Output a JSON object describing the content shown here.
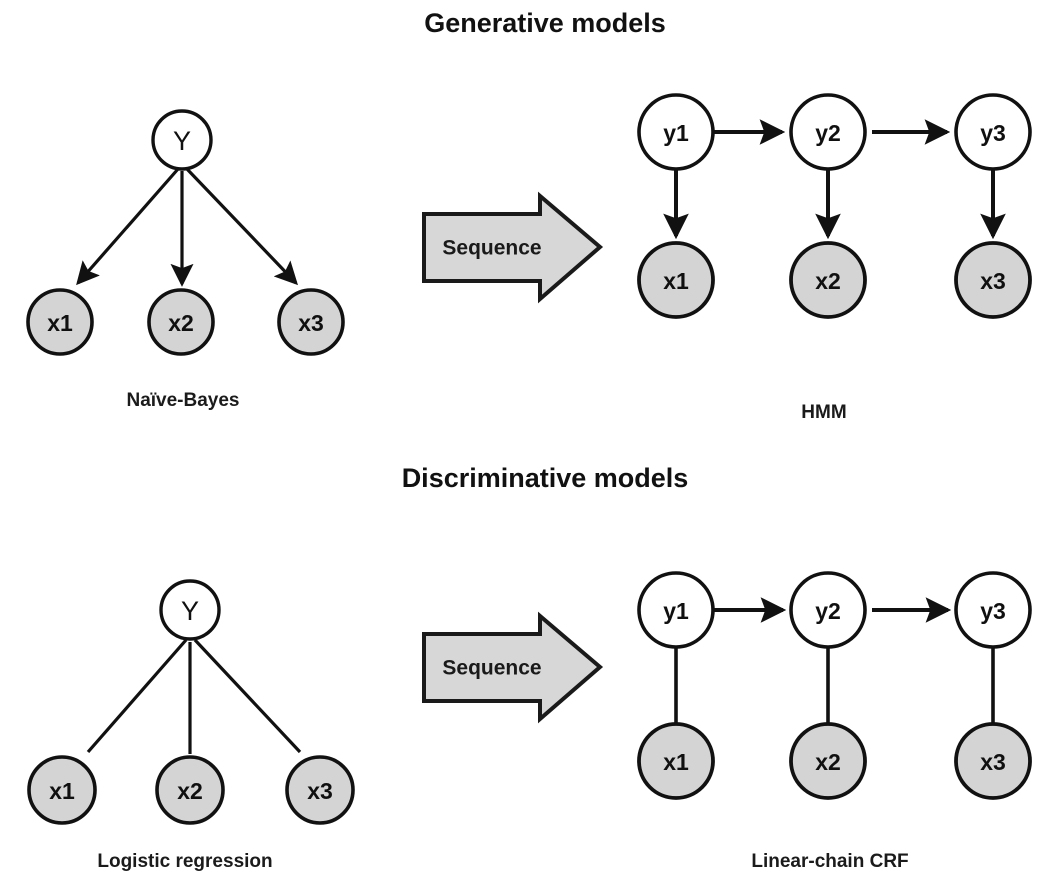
{
  "figure": {
    "background_color": "#ffffff",
    "node_open_fill": "#ffffff",
    "node_shaded_fill": "#d4d4d4",
    "stroke_color": "#111111",
    "block_arrow_fill": "#d7d7d7"
  },
  "sections": {
    "generative": {
      "title": "Generative models",
      "left_model": {
        "caption": "Naïve-Bayes",
        "parent_label": "Y",
        "child_labels": [
          "x1",
          "x2",
          "x3"
        ],
        "edge_style": "directed"
      },
      "transition": {
        "label": "Sequence",
        "icon": "block-arrow-right-icon"
      },
      "right_model": {
        "caption": "HMM",
        "top_labels": [
          "y1",
          "y2",
          "y3"
        ],
        "bottom_labels": [
          "x1",
          "x2",
          "x3"
        ],
        "chain_edge_style": "directed",
        "emission_edge_style": "directed"
      }
    },
    "discriminative": {
      "title": "Discriminative models",
      "left_model": {
        "caption": "Logistic regression",
        "parent_label": "Y",
        "child_labels": [
          "x1",
          "x2",
          "x3"
        ],
        "edge_style": "undirected"
      },
      "transition": {
        "label": "Sequence",
        "icon": "block-arrow-right-icon"
      },
      "right_model": {
        "caption": "Linear-chain CRF",
        "top_labels": [
          "y1",
          "y2",
          "y3"
        ],
        "bottom_labels": [
          "x1",
          "x2",
          "x3"
        ],
        "chain_edge_style": "directed",
        "emission_edge_style": "undirected"
      }
    }
  }
}
